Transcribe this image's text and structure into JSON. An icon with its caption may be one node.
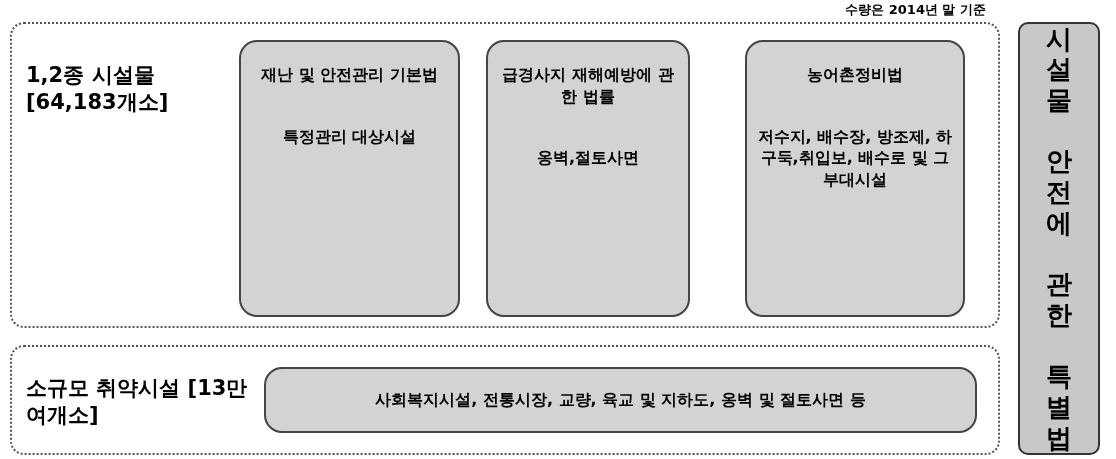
{
  "diagram": {
    "nodes": [
      {
        "text": [
          "1,2종 시설물 [64,183개소]"
        ]
      },
      {
        "text": [
          "재난 및 안전관리 기본법",
          "특정관리 대상시설"
        ],
        "in": 0
      },
      {
        "text": [
          "급경사지 재해예방에 관한 법률",
          "옹벽,절토사면"
        ],
        "in": 0
      },
      {
        "text": [
          "농어촌정비법",
          "저수지, 배수장, 방조제, 하구둑,취입보, 배수로 및 그 부대시설"
        ],
        "in": 0
      },
      {
        "text": [
          "소규모 취약시설 [13만 여개소]"
        ]
      },
      {
        "text": [
          "사회복지시설, 전통시장, 교량, 육교  및 지하도, 옹벽 및 절토사면 등"
        ],
        "in": 4
      },
      {
        "text": [
          "시설물 안전에 관한 특별법"
        ]
      }
    ],
    "labels": [
      "수량은 2014년 말 기준"
    ]
  }
}
